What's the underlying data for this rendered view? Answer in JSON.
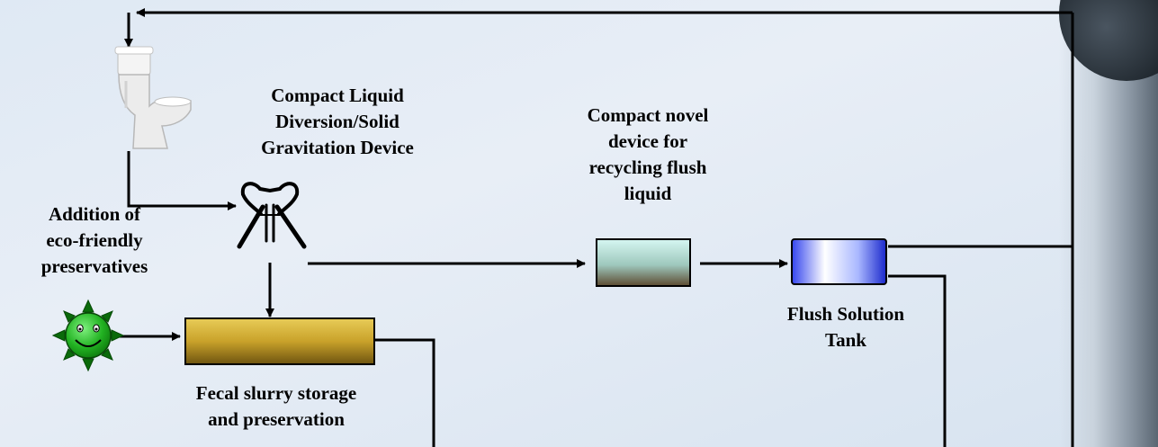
{
  "labels": {
    "lddevice": [
      "Compact Liquid",
      "Diversion/Solid",
      "Gravitation Device"
    ],
    "recycler": [
      "Compact novel",
      "device for",
      "recycling flush",
      "liquid"
    ],
    "preservatives": [
      "Addition of",
      "eco-friendly",
      "preservatives"
    ],
    "tank": [
      "Flush Solution",
      "Tank"
    ],
    "storage": [
      "Fecal slurry storage",
      "and preservation"
    ]
  },
  "colors": {
    "storage_fill_top": "#e0c04a",
    "storage_fill_bottom": "#6e5410",
    "recycler_fill_top": "#cdf3ee",
    "recycler_fill_bottom": "#6a5a3a",
    "tank_fill_light": "#ffffff",
    "tank_fill_dark": "#2233dd",
    "sun_fill": "#2ec02e",
    "sun_rays": "#0a5a0a"
  },
  "icons": [
    "toilet-icon",
    "diversion-device-icon",
    "smiley-sun-icon"
  ]
}
